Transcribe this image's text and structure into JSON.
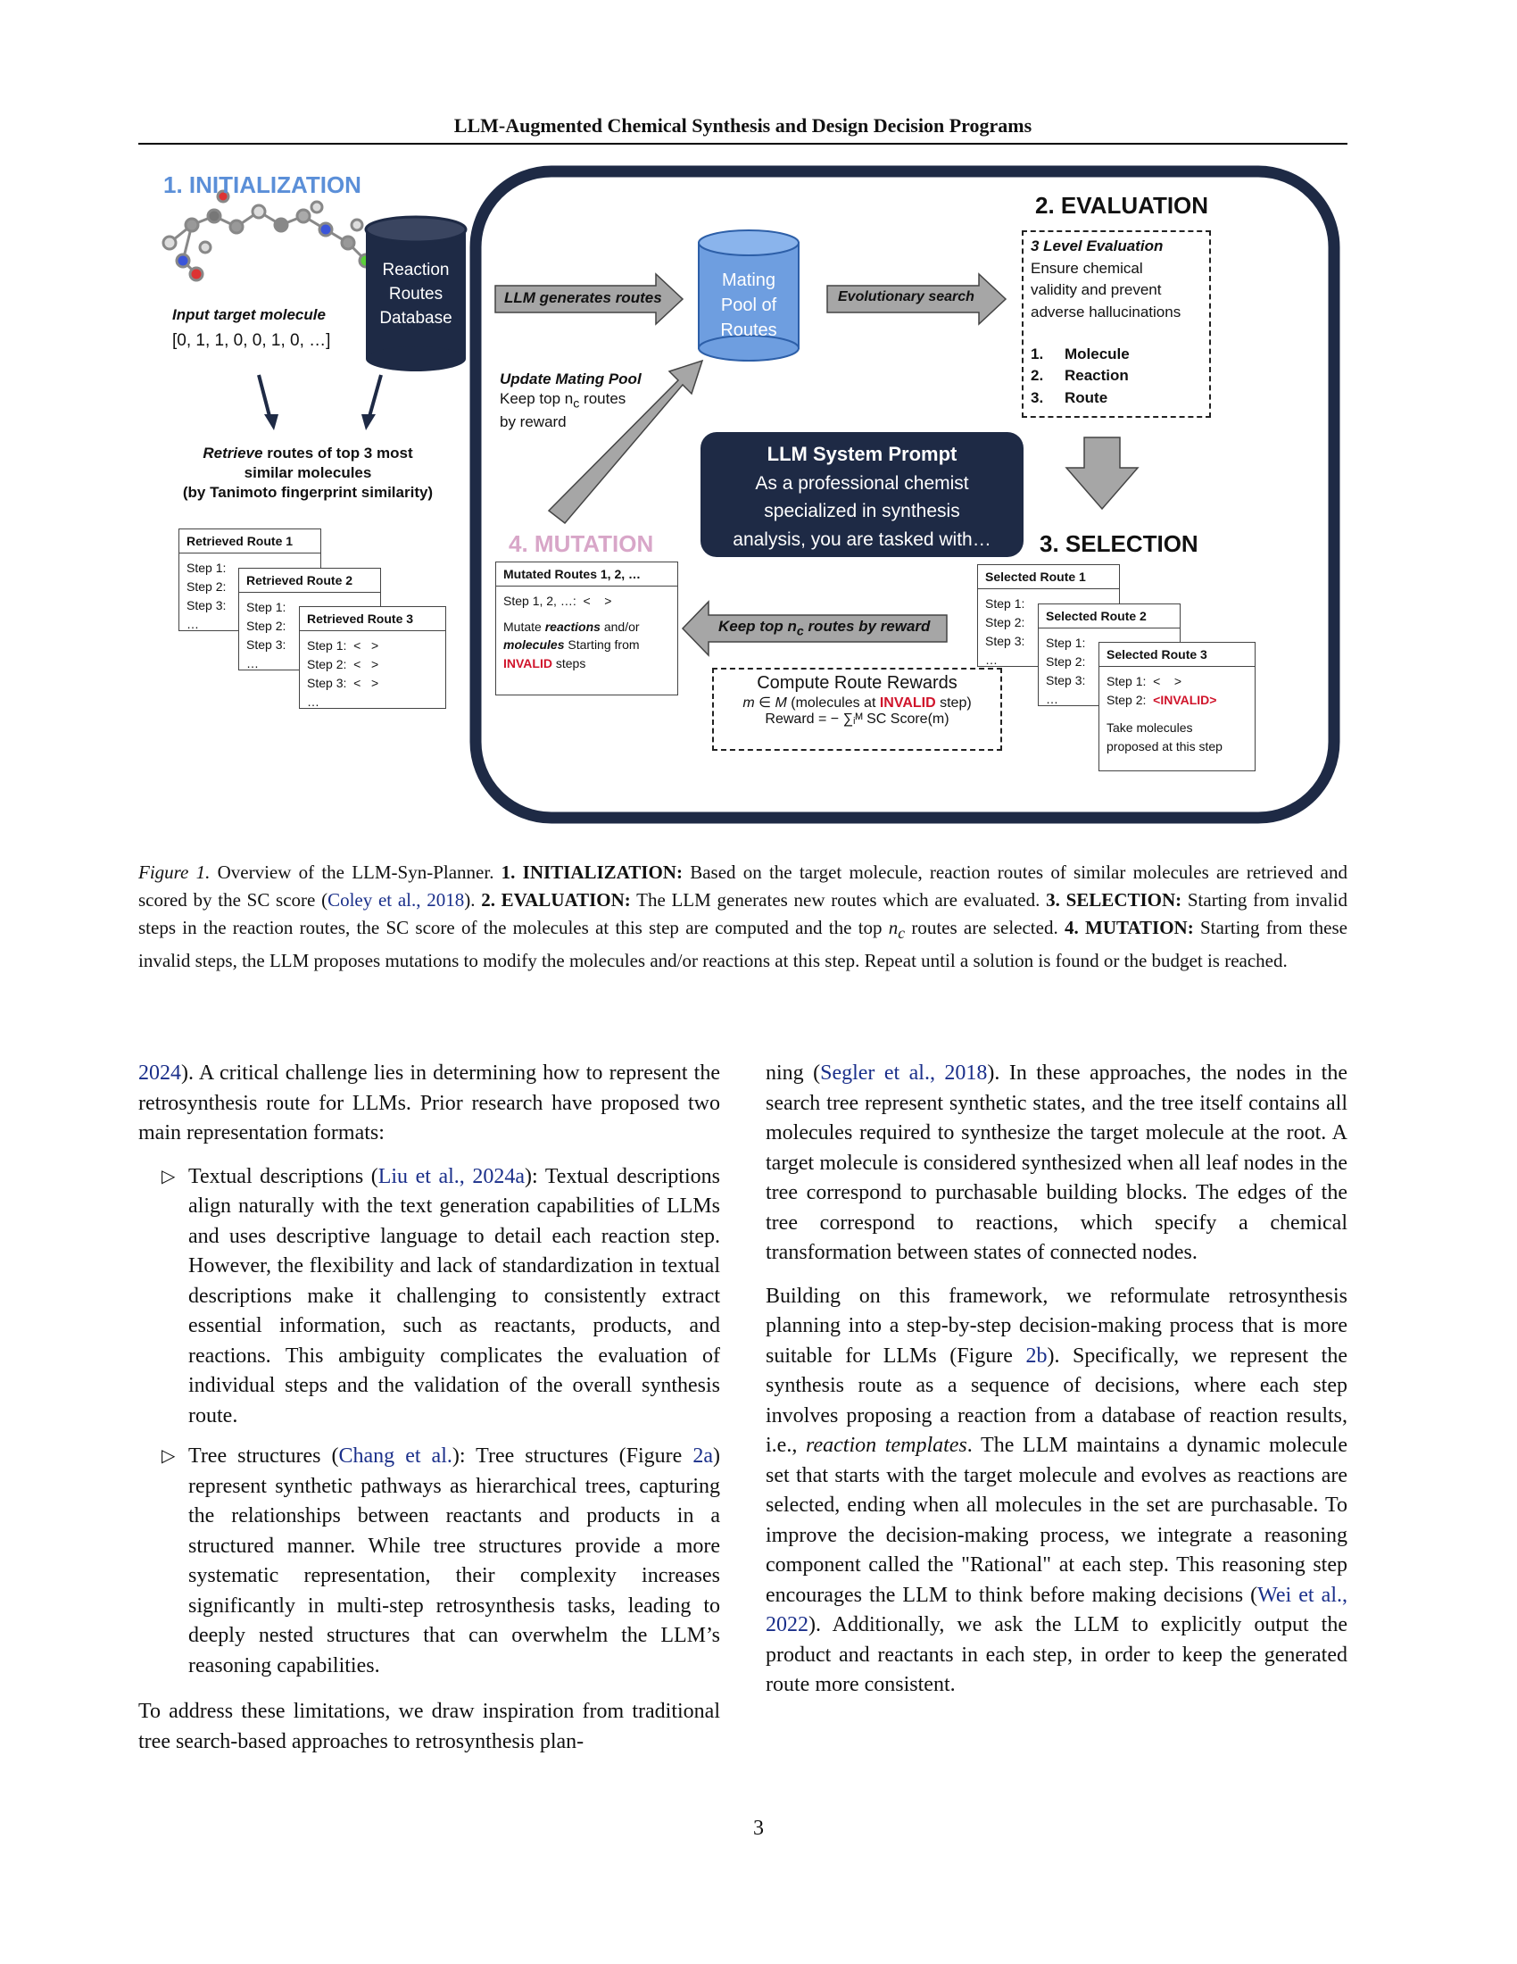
{
  "running_head": "LLM-Augmented Chemical Synthesis and Design Decision Programs",
  "figure": {
    "init_title": "1. INITIALIZATION",
    "eval_title": "2. EVALUATION",
    "selection_title": "3. SELECTION",
    "mutation_title": "4. MUTATION",
    "input_label": "Input target molecule",
    "fingerprint": "[0, 1, 1, 0, 0, 1, 0, …]",
    "database": [
      "Reaction",
      "Routes",
      "Database"
    ],
    "retrieve_em": "Retrieve",
    "retrieve_rest": " routes of top 3 most",
    "retrieve_line2": "similar molecules",
    "retrieve_line3": "(by Tanimoto fingerprint similarity)",
    "llm_generates": "LLM generates routes",
    "mating_pool": [
      "Mating",
      "Pool of",
      "Routes"
    ],
    "evolutionary": "Evolutionary search",
    "update_title": "Update Mating Pool",
    "update_pre": "Keep top n",
    "update_sub": "c",
    "update_post": " routes",
    "update_line2": "by reward",
    "eval_box_title": "3 Level Evaluation",
    "eval_box_lines": [
      "Ensure chemical",
      "validity and prevent",
      "adverse hallucinations"
    ],
    "eval_levels": [
      "Molecule",
      "Reaction",
      "Route"
    ],
    "eval_nums": [
      "1.",
      "2.",
      "3."
    ],
    "prompt_title": "LLM System Prompt",
    "prompt_lines": [
      "As a professional chemist",
      "specialized in synthesis",
      "analysis, you are tasked with…"
    ],
    "retrieved": [
      {
        "title": "Retrieved Route 1",
        "lines": [
          "Step 1:",
          "Step 2:",
          "Step 3:",
          "…"
        ]
      },
      {
        "title": "Retrieved Route 2",
        "lines": [
          "Step 1:",
          "Step 2:",
          "Step 3:",
          "…"
        ]
      },
      {
        "title": "Retrieved Route 3",
        "lines": [
          "Step 1:  <   >",
          "Step 2:  <   >",
          "Step 3:  <   >",
          "…"
        ]
      }
    ],
    "mutated_title": "Mutated Routes 1, 2, …",
    "mutated_step": "Step 1, 2, …:  <    >",
    "mutate_l1a": "Mutate ",
    "mutate_l1b": "reactions",
    "mutate_l1c": " and/or",
    "mutate_l2a": "molecules",
    "mutate_l2b": " Starting from",
    "mutate_l3a": "INVALID",
    "mutate_l3b": " steps",
    "keep_pre": "Keep top ",
    "keep_n": "n",
    "keep_sub": "c",
    "keep_post": " routes by reward",
    "rewards_title": "Compute Route Rewards",
    "rewards_l2a": "m  ∈ M",
    "rewards_l2b": " (molecules at ",
    "rewards_l2c": "INVALID",
    "rewards_l2d": " step)",
    "rewards_l3": "Reward = − ∑ᵢᴹ SC Score(m)",
    "selected": [
      {
        "title": "Selected Route 1",
        "lines": [
          "Step 1:",
          "Step 2:",
          "Step 3:",
          "…"
        ]
      },
      {
        "title": "Selected Route 2",
        "lines": [
          "Step 1:",
          "Step 2:",
          "Step 3:",
          "…"
        ]
      }
    ],
    "sel3_title": "Selected Route 3",
    "sel3_step1": "Step 1:  <    >",
    "sel3_step2a": "Step 2:  ",
    "sel3_step2b": "<INVALID>",
    "sel3_take1": "Take molecules",
    "sel3_take2": "proposed at this step"
  },
  "caption": {
    "label": "Figure 1.",
    "t1": " Overview of the LLM-Syn-Planner. ",
    "b1": "1. INITIALIZATION:",
    "t2": " Based on the target molecule, reaction routes of similar molecules are retrieved and scored by the SC score (",
    "c1": "Coley et al., 2018",
    "t3": "). ",
    "b2": "2. EVALUATION:",
    "t4": " The LLM generates new routes which are evaluated. ",
    "b3": "3. SELECTION:",
    "t5": " Starting from invalid steps in the reaction routes, the SC score of the molecules at this step are computed and the top ",
    "nc": "n",
    "nc_sub": "c",
    "t6": " routes are selected. ",
    "b4": "4. MUTATION:",
    "t7": " Starting from these invalid steps, the LLM proposes mutations to modify the molecules and/or reactions at this step. Repeat until a solution is found or the budget is reached."
  },
  "left": {
    "p1_cite": "2024",
    "p1": "). A critical challenge lies in determining how to represent the retrosynthesis route for LLMs. Prior research have proposed two main representation formats:",
    "b1_a": "Textual descriptions (",
    "b1_cite": "Liu et al., 2024a",
    "b1_b": "): Textual descriptions align naturally with the text generation capabilities of LLMs and uses descriptive language to detail each reaction step. However, the flexibility and lack of standardization in textual descriptions make it challenging to consistently extract essential information, such as reactants, products, and reactions. This ambiguity complicates the evaluation of individual steps and the validation of the overall synthesis route.",
    "b2_a": "Tree structures (",
    "b2_cite": "Chang et al.",
    "b2_b": "): Tree structures (Figure ",
    "b2_cite2": "2a",
    "b2_c": ") represent synthetic pathways as hierarchical trees, capturing the relationships between reactants and products in a structured manner. While tree structures provide a more systematic representation, their complexity increases significantly in multi-step retrosynthesis tasks, leading to deeply nested structures that can overwhelm the LLM’s reasoning capabilities.",
    "p2": "To address these limitations, we draw inspiration from traditional tree search-based approaches to retrosynthesis plan-"
  },
  "right": {
    "p1_a": "ning (",
    "p1_cite": "Segler et al., 2018",
    "p1_b": "). In these approaches, the nodes in the search tree represent synthetic states, and the tree itself contains all molecules required to synthesize the target molecule at the root. A target molecule is considered synthesized when all leaf nodes in the tree correspond to purchasable building blocks. The edges of the tree correspond to reactions, which specify a chemical transformation between states of connected nodes.",
    "p2_a": "Building on this framework, we reformulate retrosynthesis planning into a step-by-step decision-making process that is more suitable for LLMs (Figure ",
    "p2_cite": "2b",
    "p2_b": "). Specifically, we represent the synthesis route as a sequence of decisions, where each step involves proposing a reaction from a database of reaction results, i.e., ",
    "p2_em": "reaction templates",
    "p2_c": ". The LLM maintains a dynamic molecule set that starts with the target molecule and evolves as reactions are selected, ending when all molecules in the set are purchasable. To improve the decision-making process, we integrate a reasoning component called the \"Rational\" at each step. This reasoning step encourages the LLM to think before making decisions (",
    "p2_cite2": "Wei et al., 2022",
    "p2_d": "). Additionally, we ask the LLM to explicitly output the product and reactants in each step, in order to keep the generated route more consistent."
  },
  "page_number": "3"
}
